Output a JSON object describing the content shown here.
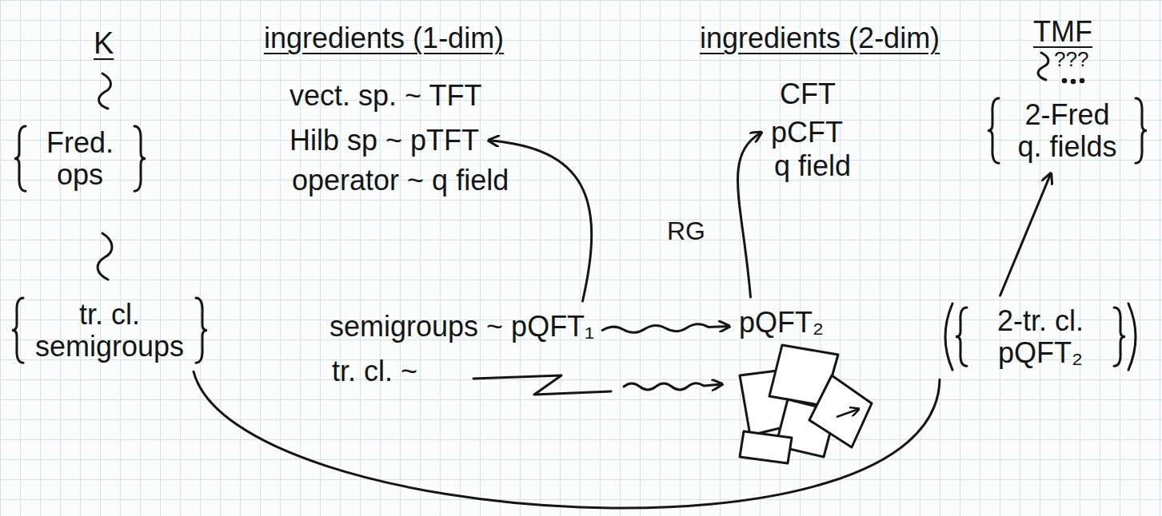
{
  "diagram": {
    "nodes": [
      {
        "text": [
          "Fred. ops"
        ]
      },
      {
        "text": [
          "tr. cl. semigroups"
        ]
      },
      {
        "text": [
          "Hilb sp ~ pTFT"
        ]
      },
      {
        "text": [
          "semigroups ~ pQFT₁"
        ]
      },
      {
        "text": [
          "pCFT"
        ]
      },
      {
        "text": [
          "pQFT₂"
        ]
      },
      {
        "text": [
          "2-Fred q. fields"
        ]
      },
      {
        "text": [
          "2-tr. cl. pQFT₂"
        ]
      }
    ],
    "edges": [
      {
        "from": 3,
        "to": 2,
        "arrow": "to"
      },
      {
        "from": 5,
        "to": 4,
        "arrow": "to"
      },
      {
        "from": 3,
        "to": 5,
        "arrow": "to"
      },
      {
        "from": 7,
        "to": 6,
        "arrow": "to"
      },
      {
        "from": 1,
        "to": 7,
        "arrow": "none"
      }
    ],
    "labels": [
      "K",
      "ingredients (1-dim)",
      "ingredients (2-dim)",
      "TMF",
      "???",
      "vect. sp. ~ TFT",
      "operator ~ q field",
      "tr. cl. ~",
      "CFT",
      "q field",
      "RG"
    ]
  }
}
